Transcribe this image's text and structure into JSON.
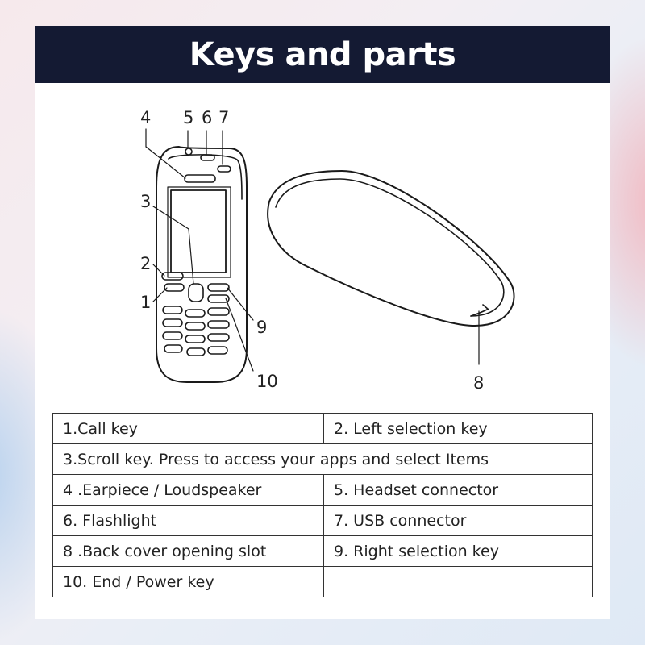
{
  "title": "Keys and parts",
  "callouts": [
    "1",
    "2",
    "3",
    "4",
    "5",
    "6",
    "7",
    "8",
    "9",
    "10"
  ],
  "parts_table": {
    "rows": [
      [
        "1.Call key",
        "2. Left selection key"
      ],
      [
        "3.Scroll key. Press to access your apps and select Items"
      ],
      [
        "4 .Earpiece / Loudspeaker",
        "5. Headset connector"
      ],
      [
        "6. Flashlight",
        "7. USB connector"
      ],
      [
        "8 .Back cover opening slot",
        "9. Right selection key"
      ],
      [
        "10. End / Power key",
        ""
      ]
    ]
  }
}
